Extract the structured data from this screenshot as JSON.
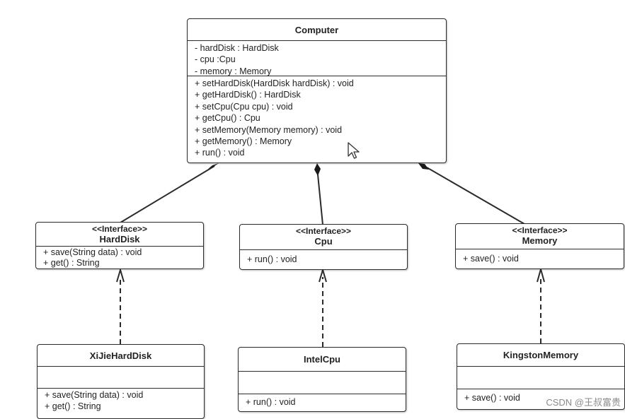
{
  "classes": {
    "computer": {
      "name": "Computer",
      "attributes": [
        "- hardDisk : HardDisk",
        "- cpu :Cpu",
        "- memory : Memory"
      ],
      "methods": [
        "+ setHardDisk(HardDisk hardDisk) : void",
        "+ getHardDisk() : HardDisk",
        "+ setCpu(Cpu cpu) : void",
        "+ getCpu() : Cpu",
        "+ setMemory(Memory memory) : void",
        "+ getMemory() : Memory",
        "+ run() : void"
      ]
    },
    "harddisk": {
      "stereotype": "<<Interface>>",
      "name": "HardDisk",
      "methods": [
        "+ save(String data) : void",
        "+ get() : String"
      ]
    },
    "cpu": {
      "stereotype": "<<Interface>>",
      "name": "Cpu",
      "methods": [
        "+ run() : void"
      ]
    },
    "memory": {
      "stereotype": "<<Interface>>",
      "name": "Memory",
      "methods": [
        "+ save() : void"
      ]
    },
    "xijie": {
      "name": "XiJieHardDisk",
      "methods": [
        "+ save(String data) : void",
        "+ get() : String"
      ]
    },
    "intel": {
      "name": "IntelCpu",
      "methods": [
        "+ run() : void"
      ]
    },
    "kingston": {
      "name": "KingstonMemory",
      "methods": [
        "+ save() : void"
      ]
    }
  },
  "watermark": "CSDN @王叔富贵",
  "colors": {
    "stroke": "#2b2b2b",
    "background": "#ffffff"
  }
}
